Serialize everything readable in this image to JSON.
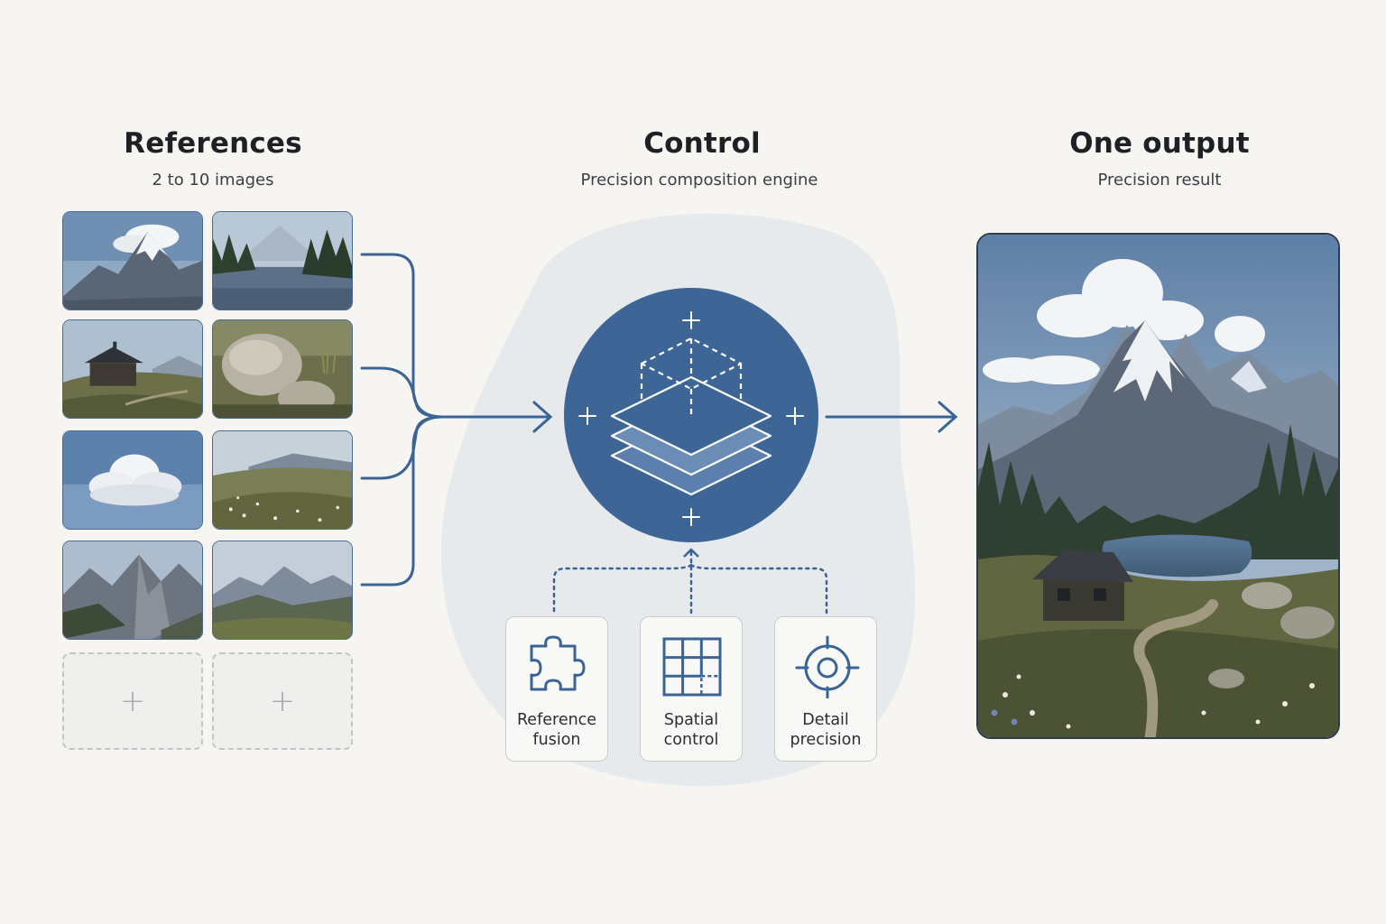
{
  "columns": {
    "references": {
      "title": "References",
      "subtitle": "2 to 10 images"
    },
    "control": {
      "title": "Control",
      "subtitle": "Precision composition engine"
    },
    "output": {
      "title": "One output",
      "subtitle": "Precision result"
    }
  },
  "reference_slots": {
    "filled": [
      "mountain-peak",
      "forest-lake",
      "wooden-cabin",
      "mossy-boulders",
      "cumulus-cloud",
      "wildflower-meadow",
      "rocky-cliffs",
      "mountain-valley"
    ],
    "empty_icon": "+"
  },
  "engine": {
    "icon": "layers-stack-icon",
    "plus_marks": [
      "+",
      "+",
      "+",
      "+"
    ]
  },
  "features": [
    {
      "id": "reference-fusion",
      "icon": "puzzle-piece-icon",
      "label_line1": "Reference",
      "label_line2": "fusion"
    },
    {
      "id": "spatial-control",
      "icon": "grid-icon",
      "label_line1": "Spatial",
      "label_line2": "control"
    },
    {
      "id": "detail-precision",
      "icon": "crosshair-target-icon",
      "label_line1": "Detail",
      "label_line2": "precision"
    }
  ],
  "colors": {
    "accent": "#3b6496",
    "engine_circle": "#3d6697",
    "blob": "#e6e9ec",
    "background": "#f6f5f1"
  }
}
